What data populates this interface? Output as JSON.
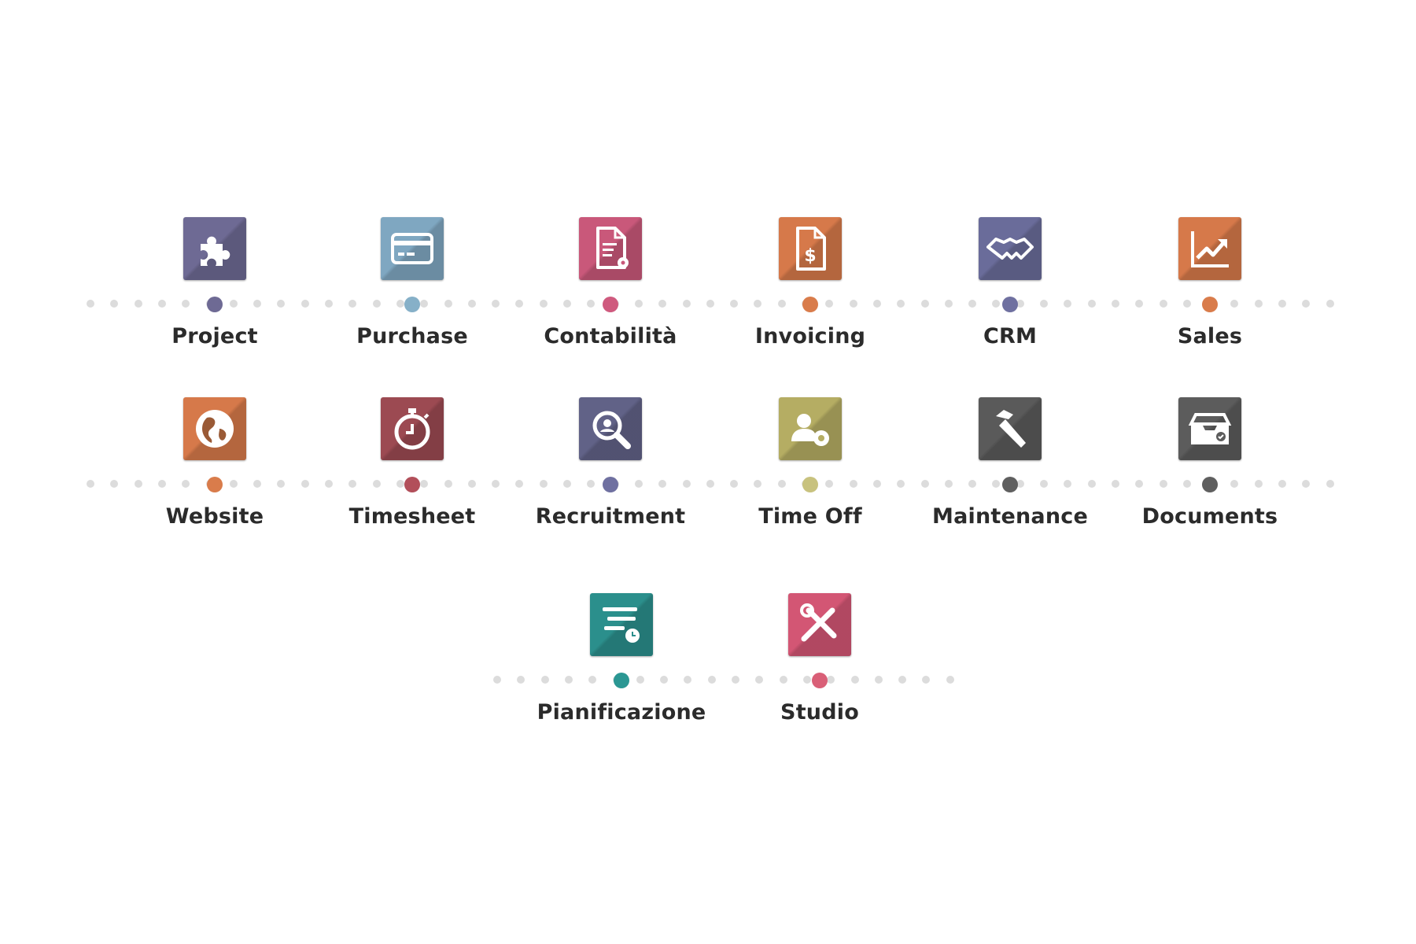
{
  "apps": [
    {
      "id": "project",
      "label": "Project",
      "icon": "puzzle-icon",
      "color": "#6e6a94",
      "dot": "#6e6a94"
    },
    {
      "id": "purchase",
      "label": "Purchase",
      "icon": "credit-card-icon",
      "color": "#7fa7c1",
      "dot": "#86b0c8"
    },
    {
      "id": "contabilita",
      "label": "Contabilità",
      "icon": "document-gear-icon",
      "color": "#c9587a",
      "dot": "#cf5a7e"
    },
    {
      "id": "invoicing",
      "label": "Invoicing",
      "icon": "invoice-dollar-icon",
      "color": "#d6794a",
      "dot": "#d97c4b"
    },
    {
      "id": "crm",
      "label": "CRM",
      "icon": "handshake-icon",
      "color": "#6a6c9a",
      "dot": "#6f70a0"
    },
    {
      "id": "sales",
      "label": "Sales",
      "icon": "chart-trend-icon",
      "color": "#d6794a",
      "dot": "#d97c4b"
    },
    {
      "id": "website",
      "label": "Website",
      "icon": "globe-icon",
      "color": "#d6794a",
      "dot": "#d97c4b"
    },
    {
      "id": "timesheet",
      "label": "Timesheet",
      "icon": "stopwatch-icon",
      "color": "#9c4a52",
      "dot": "#b24f5a"
    },
    {
      "id": "recruitment",
      "label": "Recruitment",
      "icon": "magnifier-icon",
      "color": "#616287",
      "dot": "#6f70a0"
    },
    {
      "id": "timeoff",
      "label": "Time Off",
      "icon": "user-gear-icon",
      "color": "#b5ad63",
      "dot": "#c8c27e"
    },
    {
      "id": "maintenance",
      "label": "Maintenance",
      "icon": "hammer-icon",
      "color": "#5a5a5a",
      "dot": "#5f5f5f"
    },
    {
      "id": "documents",
      "label": "Documents",
      "icon": "inbox-check-icon",
      "color": "#5c5c5c",
      "dot": "#5f5f5f"
    },
    {
      "id": "pianificazione",
      "label": "Pianificazione",
      "icon": "planning-list-icon",
      "color": "#2b8f8c",
      "dot": "#2b9793"
    },
    {
      "id": "studio",
      "label": "Studio",
      "icon": "tools-icon",
      "color": "#d35674",
      "dot": "#d95f77"
    }
  ]
}
